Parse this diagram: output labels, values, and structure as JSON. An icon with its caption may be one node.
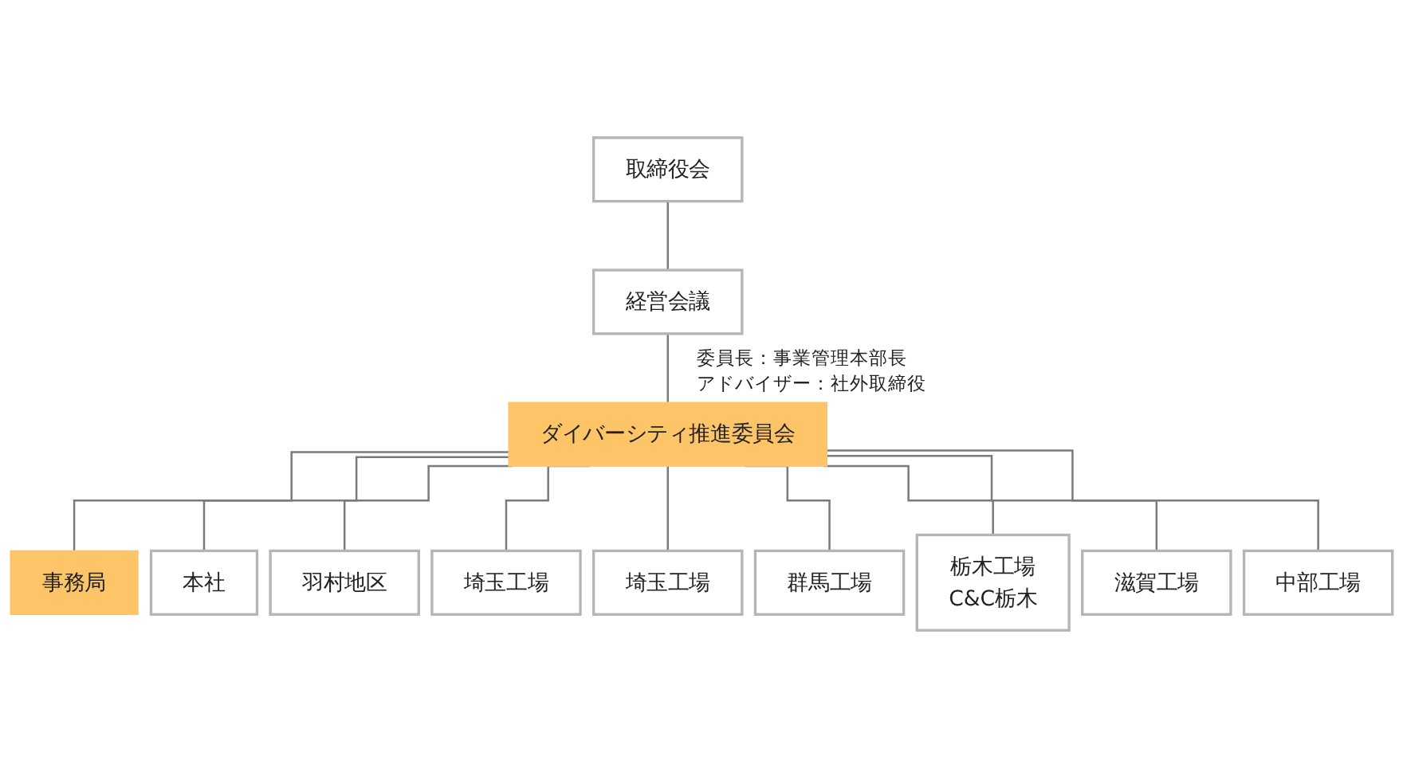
{
  "diagram": {
    "nodes": [
      {
        "text": [
          "取締役会"
        ]
      },
      {
        "text": [
          "経営会議"
        ]
      },
      {
        "text": [
          "ダイバーシティ推進委員会"
        ],
        "beside": [
          "委員長：事業管理本部長",
          "アドバイザー：社外取締役"
        ]
      },
      {
        "text": [
          "事務局"
        ]
      },
      {
        "text": [
          "本社"
        ]
      },
      {
        "text": [
          "羽村地区"
        ]
      },
      {
        "text": [
          "埼玉工場"
        ]
      },
      {
        "text": [
          "埼玉工場"
        ]
      },
      {
        "text": [
          "群馬工場"
        ]
      },
      {
        "text": [
          "栃木工場",
          "C&C栃木"
        ]
      },
      {
        "text": [
          "滋賀工場"
        ]
      },
      {
        "text": [
          "中部工場"
        ]
      }
    ],
    "edges": [
      {
        "from": 0,
        "to": 1,
        "arrow": "none"
      },
      {
        "from": 1,
        "to": 2,
        "arrow": "none"
      },
      {
        "from": 2,
        "to": 3,
        "arrow": "none"
      },
      {
        "from": 2,
        "to": 4,
        "arrow": "none"
      },
      {
        "from": 2,
        "to": 5,
        "arrow": "none"
      },
      {
        "from": 2,
        "to": 6,
        "arrow": "none"
      },
      {
        "from": 2,
        "to": 7,
        "arrow": "none"
      },
      {
        "from": 2,
        "to": 8,
        "arrow": "none"
      },
      {
        "from": 2,
        "to": 9,
        "arrow": "none"
      },
      {
        "from": 2,
        "to": 10,
        "arrow": "none"
      },
      {
        "from": 2,
        "to": 11,
        "arrow": "none"
      }
    ]
  }
}
